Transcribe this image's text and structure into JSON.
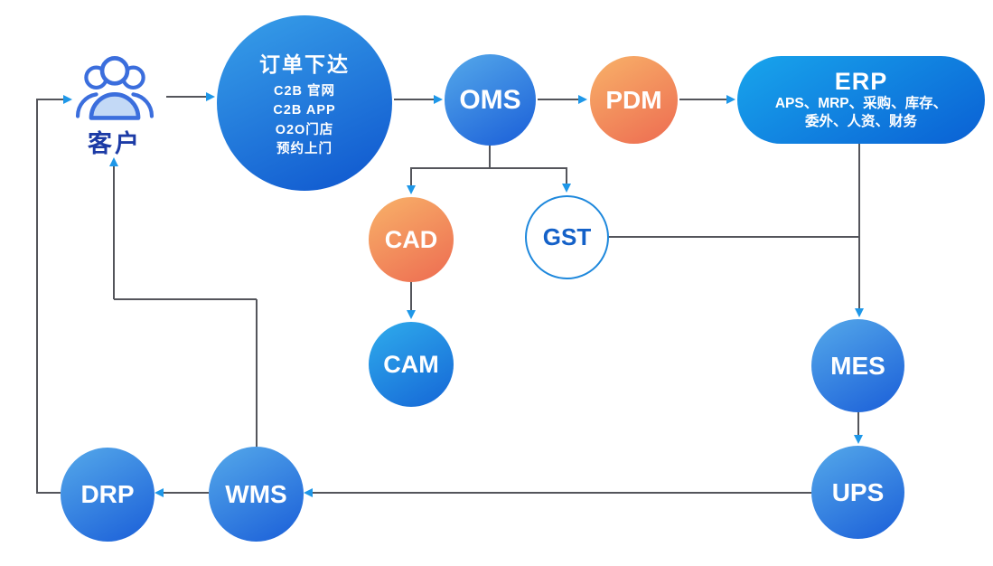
{
  "colors": {
    "background": "#ffffff",
    "line": "#54555b",
    "arrow": "#1e97e8",
    "blue_light": "#55a9ea",
    "blue_dark": "#1a5ed8",
    "order_light": "#38a0e9",
    "order_dark": "#0e55ce",
    "cam_light": "#2facec",
    "cam_dark": "#1566d6",
    "orange_light": "#f8b269",
    "orange_dark": "#ed6b51",
    "erp_light": "#18a5ec",
    "erp_dark": "#0a60d4",
    "gst_border": "#1e88dc",
    "gst_text": "#1461c8",
    "customer_text": "#1c3ba6",
    "customer_stroke": "#3b6edd",
    "customer_fill": "#c3d9f6",
    "node_text": "#ffffff"
  },
  "nodes": {
    "customer": {
      "label": "客户",
      "icon": "users-icon"
    },
    "order": {
      "title": "订单下达",
      "channels": [
        "C2B 官网",
        "C2B APP",
        "O2O门店",
        "预约上门"
      ]
    },
    "oms": {
      "label": "OMS"
    },
    "pdm": {
      "label": "PDM"
    },
    "erp": {
      "title": "ERP",
      "detail_line1": "APS、MRP、采购、库存、",
      "detail_line2": "委外、人资、财务"
    },
    "cad": {
      "label": "CAD"
    },
    "gst": {
      "label": "GST"
    },
    "cam": {
      "label": "CAM"
    },
    "mes": {
      "label": "MES"
    },
    "ups": {
      "label": "UPS"
    },
    "wms": {
      "label": "WMS"
    },
    "drp": {
      "label": "DRP"
    }
  },
  "connections": [
    {
      "from": "customer",
      "to": "order"
    },
    {
      "from": "order",
      "to": "oms"
    },
    {
      "from": "oms",
      "to": "pdm"
    },
    {
      "from": "pdm",
      "to": "erp"
    },
    {
      "from": "oms",
      "to": "cad"
    },
    {
      "from": "oms",
      "to": "gst"
    },
    {
      "from": "cad",
      "to": "cam"
    },
    {
      "from": "gst",
      "to": "mes"
    },
    {
      "from": "erp",
      "to": "mes"
    },
    {
      "from": "mes",
      "to": "ups"
    },
    {
      "from": "ups",
      "to": "wms"
    },
    {
      "from": "wms",
      "to": "drp"
    },
    {
      "from": "wms",
      "to": "customer"
    },
    {
      "from": "drp",
      "to": "customer"
    }
  ]
}
